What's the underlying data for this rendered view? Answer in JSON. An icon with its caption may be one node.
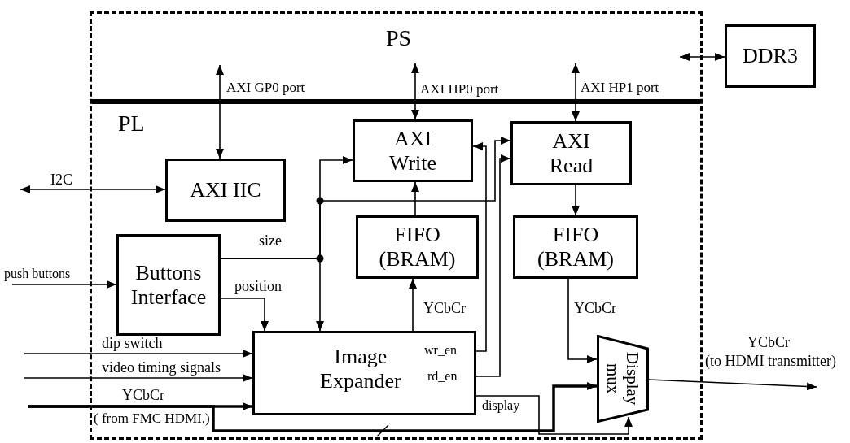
{
  "diagram": {
    "nodes": [
      {
        "text": [],
        "shape": "box"
      },
      {
        "text": [
          "DDR3"
        ]
      },
      {
        "text": [
          "AXI IIC"
        ],
        "in": 0
      },
      {
        "text": [
          "AXI Write"
        ],
        "in": 0
      },
      {
        "text": [
          "AXI Read"
        ],
        "in": 0
      },
      {
        "text": [
          "Buttons Interface"
        ],
        "in": 0
      },
      {
        "text": [
          "FIFO (BRAM)"
        ],
        "in": 0
      },
      {
        "text": [
          "FIFO (BRAM)"
        ],
        "in": 0
      },
      {
        "text": [
          "Image Expander",
          "wr_en",
          "rd_en"
        ],
        "in": 0
      },
      {
        "text": [
          "Display mux"
        ],
        "in": 0
      },
      {
        "text": [],
        "shape": "bar",
        "in": 0
      }
    ],
    "edges": [
      {
        "from": null,
        "to": 2,
        "arrow": "both"
      },
      {
        "from": null,
        "to": 3,
        "arrow": "both"
      },
      {
        "from": null,
        "to": 4,
        "arrow": "both"
      },
      {
        "from": null,
        "to": 1,
        "arrow": "both"
      },
      {
        "from": null,
        "to": 2,
        "arrow": "both",
        "label": "I2C"
      },
      {
        "from": null,
        "to": 5,
        "arrow": "to",
        "label": "push buttons"
      },
      {
        "from": 5,
        "to": 8,
        "arrow": "to",
        "label": "size"
      },
      {
        "from": 5,
        "to": 3,
        "arrow": "to"
      },
      {
        "from": 5,
        "to": 4,
        "arrow": "to"
      },
      {
        "from": 5,
        "to": 8,
        "arrow": "to",
        "label": "position"
      },
      {
        "from": null,
        "to": 8,
        "arrow": "to",
        "label": "dip switch"
      },
      {
        "from": null,
        "to": 8,
        "arrow": "to",
        "label": "video timing signals"
      },
      {
        "from": null,
        "to": 8,
        "arrow": "to",
        "label": "YCbCr",
        "style": "thick"
      },
      {
        "from": null,
        "to": 9,
        "arrow": "to",
        "style": "thick"
      },
      {
        "from": 8,
        "to": 6,
        "arrow": "to",
        "label": "YCbCr"
      },
      {
        "from": 6,
        "to": 3,
        "arrow": "to"
      },
      {
        "from": 8,
        "to": 3,
        "arrow": "to"
      },
      {
        "from": 8,
        "to": 4,
        "arrow": "to"
      },
      {
        "from": 4,
        "to": 7,
        "arrow": "to"
      },
      {
        "from": 7,
        "to": 9,
        "arrow": "to",
        "label": "YCbCr"
      },
      {
        "from": 8,
        "to": 9,
        "arrow": "to",
        "label": "display"
      },
      {
        "from": 9,
        "to": null,
        "arrow": "to",
        "label": "YCbCr"
      }
    ],
    "labels": [
      "PS",
      "PL",
      "AXI GP0 port",
      "AXI HP0 port",
      "AXI HP1 port",
      "( from FMC HDMI.)",
      "(to HDMI transmitter)"
    ]
  }
}
